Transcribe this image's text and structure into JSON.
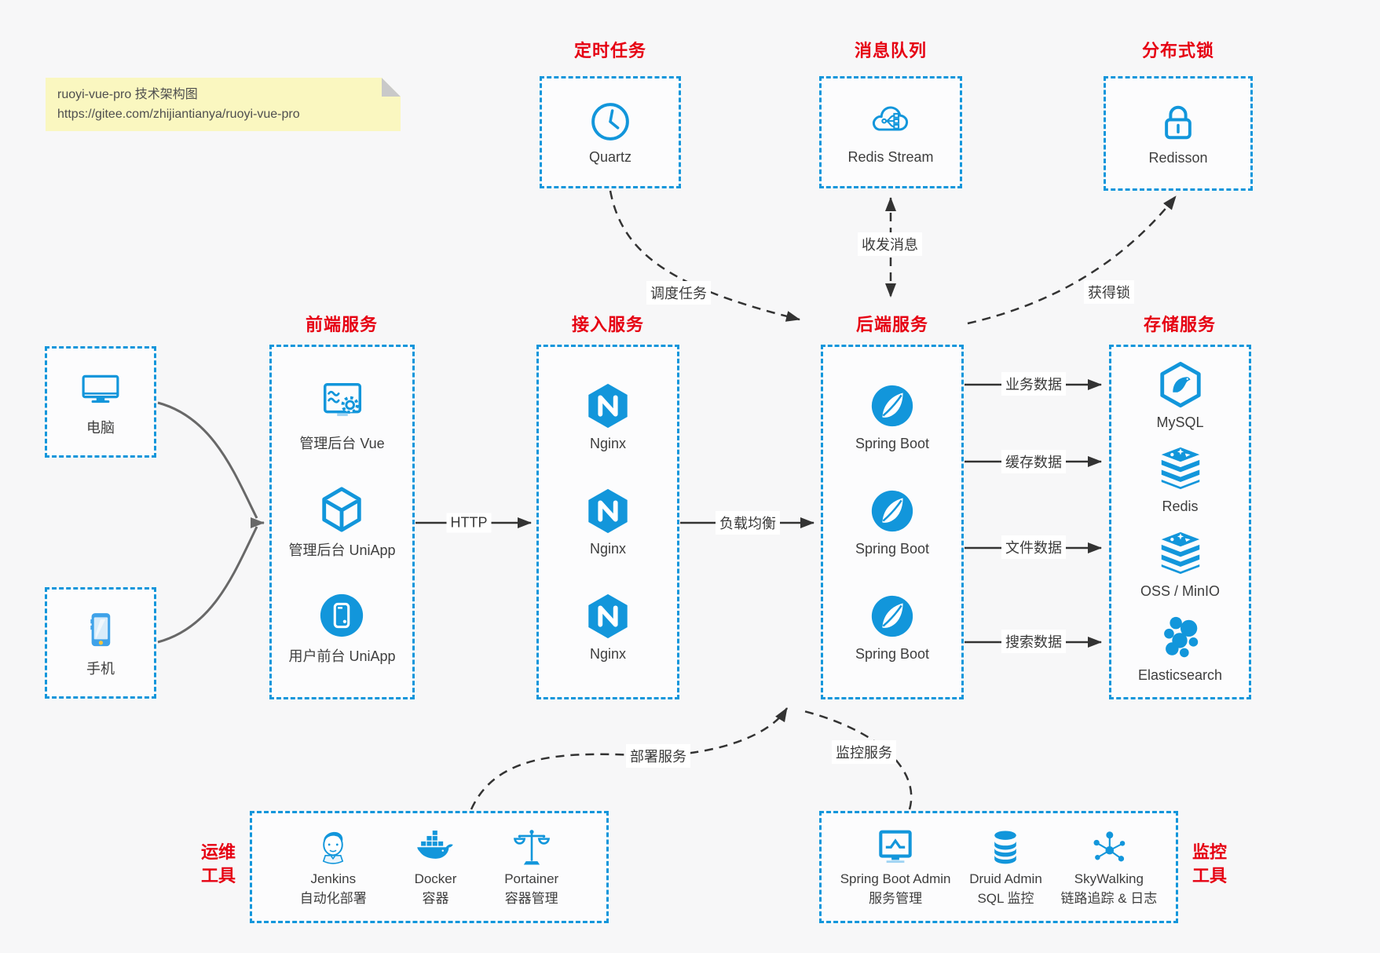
{
  "note": {
    "line1": "ruoyi-vue-pro 技术架构图",
    "line2": "https://gitee.com/zhijiantianya/ruoyi-vue-pro"
  },
  "palette": {
    "accent_blue": "#1296db",
    "title_red": "#e60012",
    "arrow_dark": "#333333",
    "arrow_gray": "#686868",
    "note_bg": "#faf7c0",
    "canvas_bg": "#f7f7f8"
  },
  "top_services": [
    {
      "title": "定时任务",
      "label": "Quartz",
      "icon": "clock-icon"
    },
    {
      "title": "消息队列",
      "label": "Redis Stream",
      "icon": "cloud-stream-icon"
    },
    {
      "title": "分布式锁",
      "label": "Redisson",
      "icon": "lock-icon"
    }
  ],
  "clients": [
    {
      "label": "电脑",
      "icon": "desktop-icon"
    },
    {
      "label": "手机",
      "icon": "mobile-icon"
    }
  ],
  "columns": [
    {
      "title": "前端服务",
      "items": [
        {
          "label": "管理后台 Vue",
          "icon": "admin-vue-icon"
        },
        {
          "label": "管理后台 UniApp",
          "icon": "uniapp-cube-icon"
        },
        {
          "label": "用户前台 UniApp",
          "icon": "user-uniapp-icon"
        }
      ]
    },
    {
      "title": "接入服务",
      "items": [
        {
          "label": "Nginx",
          "icon": "nginx-icon"
        },
        {
          "label": "Nginx",
          "icon": "nginx-icon"
        },
        {
          "label": "Nginx",
          "icon": "nginx-icon"
        }
      ]
    },
    {
      "title": "后端服务",
      "items": [
        {
          "label": "Spring Boot",
          "icon": "spring-boot-icon"
        },
        {
          "label": "Spring Boot",
          "icon": "spring-boot-icon"
        },
        {
          "label": "Spring Boot",
          "icon": "spring-boot-icon"
        }
      ]
    },
    {
      "title": "存储服务",
      "items": [
        {
          "label": "MySQL",
          "icon": "mysql-icon"
        },
        {
          "label": "Redis",
          "icon": "redis-icon"
        },
        {
          "label": "OSS / MinIO",
          "icon": "oss-minio-icon"
        },
        {
          "label": "Elasticsearch",
          "icon": "elasticsearch-icon"
        }
      ]
    }
  ],
  "edge_labels": {
    "http": "HTTP",
    "load_balance": "负载均衡",
    "schedule": "调度任务",
    "message": "收发消息",
    "lock": "获得锁",
    "business_data": "业务数据",
    "cache_data": "缓存数据",
    "file_data": "文件数据",
    "search_data": "搜索数据",
    "deploy": "部署服务",
    "monitor": "监控服务"
  },
  "bottom_groups": [
    {
      "title_line1": "运维",
      "title_line2": "工具",
      "items": [
        {
          "name": "Jenkins",
          "desc": "自动化部署",
          "icon": "jenkins-icon"
        },
        {
          "name": "Docker",
          "desc": "容器",
          "icon": "docker-icon"
        },
        {
          "name": "Portainer",
          "desc": "容器管理",
          "icon": "portainer-icon"
        }
      ]
    },
    {
      "title_line1": "监控",
      "title_line2": "工具",
      "items": [
        {
          "name": "Spring Boot Admin",
          "desc": "服务管理",
          "icon": "spring-boot-admin-icon"
        },
        {
          "name": "Druid Admin",
          "desc": "SQL 监控",
          "icon": "druid-icon"
        },
        {
          "name": "SkyWalking",
          "desc": "链路追踪 & 日志",
          "icon": "skywalking-icon"
        }
      ]
    }
  ]
}
